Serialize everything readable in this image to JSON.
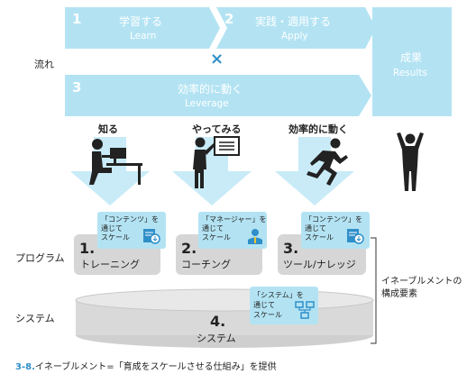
{
  "flow": {
    "label": "流れ",
    "cross": "×",
    "step1": {
      "num": "1",
      "jp": "学習する",
      "en": "Learn"
    },
    "step2": {
      "num": "2",
      "jp": "実践・適用する",
      "en": "Apply"
    },
    "step3": {
      "num": "3",
      "jp": "効率的に動く",
      "en": "Leverage"
    },
    "results": {
      "jp": "成果",
      "en": "Results"
    }
  },
  "actions": [
    {
      "label": "知る",
      "icon": "person-computer-icon"
    },
    {
      "label": "やってみる",
      "icon": "person-board-icon"
    },
    {
      "label": "効率的に動く",
      "icon": "running-person-icon"
    }
  ],
  "programs": {
    "label": "プログラム",
    "items": [
      {
        "num": "1.",
        "label": "トレーニング",
        "callout": [
          "「コンテンツ」を",
          "通じて",
          "スケール"
        ]
      },
      {
        "num": "2.",
        "label": "コーチング",
        "callout": [
          "「マネージャー」を",
          "通じて",
          "スケール"
        ]
      },
      {
        "num": "3.",
        "label": "ツール/ナレッジ",
        "callout": [
          "「コンテンツ」を",
          "通じて",
          "スケール"
        ]
      }
    ]
  },
  "system": {
    "label": "システム",
    "num": "4.",
    "name": "システム",
    "callout": [
      "「システム」を",
      "通じて",
      "スケール"
    ]
  },
  "bracket_label": [
    "イネーブルメントの",
    "構成要素"
  ],
  "caption": {
    "num": "3-8.",
    "text": "イネーブルメント=「育成をスケールさせる仕組み」を提供"
  },
  "colors": {
    "light_blue": "#b3e3f3",
    "arrow_blue": "#c8ebf7",
    "gray": "#d6d6d6",
    "dark_gray": "#c4c4c4",
    "accent_blue": "#2f8fc9",
    "caption_blue": "#2f8fc9"
  }
}
